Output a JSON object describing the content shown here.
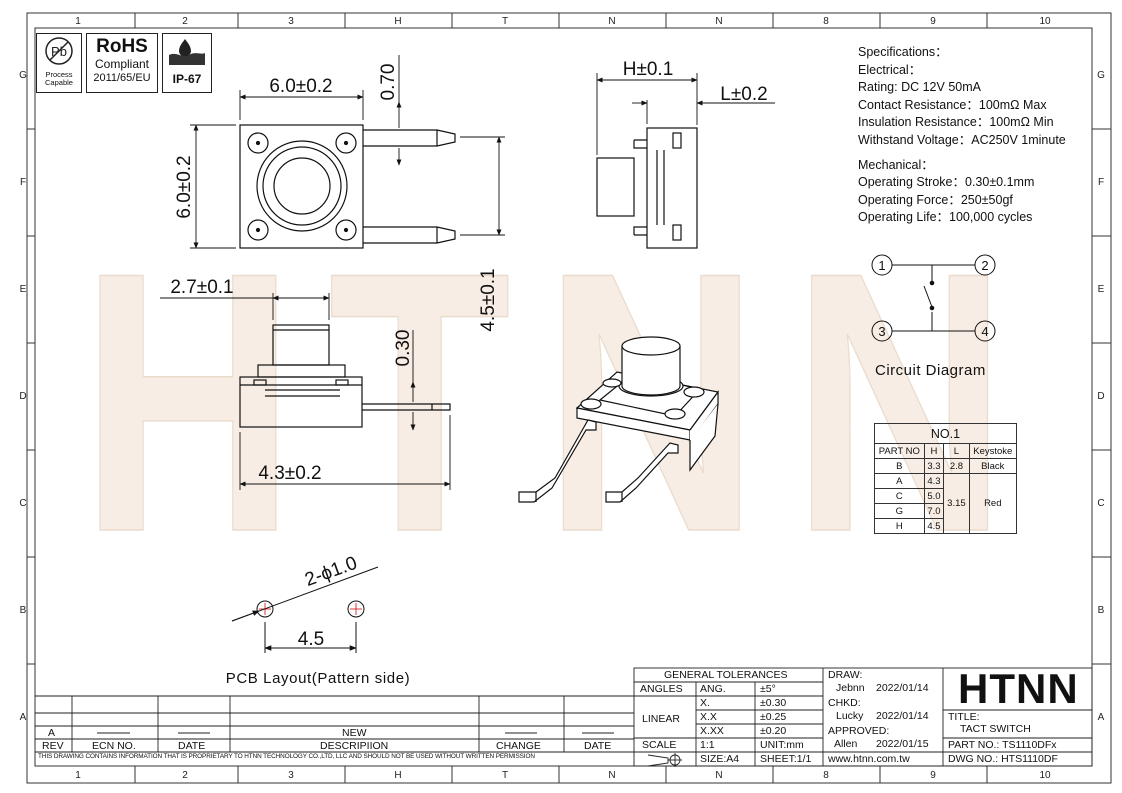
{
  "grid": {
    "top_labels": [
      "1",
      "2",
      "3",
      "H",
      "T",
      "N",
      "N",
      "8",
      "9",
      "10"
    ],
    "side_labels": [
      "G",
      "F",
      "E",
      "D",
      "C",
      "B",
      "A"
    ]
  },
  "certs": {
    "pb_process": "Process",
    "pb_capable": "Capable",
    "rohs_title": "RoHS",
    "rohs_compliant": "Compliant",
    "rohs_code": "2011/65/EU",
    "ip_rating": "IP-67"
  },
  "watermark": "HTNN",
  "dims": {
    "top_width": "6.0±0.2",
    "top_height": "6.0±0.2",
    "pin_width": "0.70",
    "total_length": "4.5±0.1",
    "side_H": "H±0.1",
    "side_L": "L±0.2",
    "actuator": "2.7±0.1",
    "pin_thickness": "0.30",
    "body_width": "4.3±0.2",
    "holes": "2-ϕ1.0",
    "hole_pitch": "4.5"
  },
  "pcb_label": "PCB Layout(Pattern side)",
  "circuit": {
    "label": "Circuit Diagram",
    "pins": [
      "1",
      "2",
      "3",
      "4"
    ]
  },
  "specs": [
    "Specifications：",
    "Electrical：",
    "Rating: DC 12V 50mA",
    "Contact Resistance：100mΩ Max",
    "Insulation Resistance：100mΩ Min",
    "Withstand Voltage：AC250V 1minute",
    "Mechanical：",
    "Operating Stroke：0.30±0.1mm",
    "Operating Force：250±50gf",
    "Operating Life：100,000 cycles"
  ],
  "parts_table": {
    "title": "NO.1",
    "headers": [
      "PART NO",
      "H",
      "L",
      "Keystoke"
    ],
    "rows": [
      {
        "part": "B",
        "h": "3.3",
        "l": "2.8",
        "key": "Black"
      },
      {
        "part": "A",
        "h": "4.3"
      },
      {
        "part": "C",
        "h": "5.0"
      },
      {
        "part": "G",
        "h": "7.0"
      },
      {
        "part": "H",
        "h": "4.5"
      }
    ],
    "shared_l": "3.15",
    "shared_key": "Red"
  },
  "tolerances": {
    "title": "GENERAL TOLERANCES",
    "angles_label": "ANGLES",
    "ang": "ANG.",
    "ang_val": "±5°",
    "linear_label": "LINEAR",
    "x1": "X.",
    "x1_val": "±0.30",
    "x2": "X.X",
    "x2_val": "±0.25",
    "x3": "X.XX",
    "x3_val": "±0.20",
    "scale_label": "SCALE",
    "scale": "1:1",
    "unit": "UNIT:mm",
    "size": "SIZE:A4"
  },
  "signoff": {
    "draw_label": "DRAW:",
    "draw_name": "Jebnn",
    "draw_date": "2022/01/14",
    "chkd_label": "CHKD:",
    "chkd_name": "Lucky",
    "chkd_date": "2022/01/14",
    "appr_label": "APPROVED:",
    "appr_name": "Allen",
    "appr_date": "2022/01/15",
    "sheet": "SHEET:1/1",
    "website": "www.htnn.com.tw"
  },
  "title_block": {
    "logo": "HTNN",
    "title_label": "TITLE:",
    "title": "TACT SWITCH",
    "part_no": "PART NO.: TS1110DFx",
    "dwg_no": "DWG  NO.: HTS1110DF"
  },
  "revision": {
    "rev_a": "A",
    "new": "NEW",
    "headers": [
      "REV",
      "ECN NO.",
      "DATE",
      "DESCRIPIION",
      "CHANGE",
      "DATE"
    ],
    "notice": "THIS DRAWING CONTAINS INFORMATION THAT IS PROPRIETARY TO HTNN TECHNOLOGY CO.,LTD, LLC AND SHOULD  NOT BE USED WITHOUT WRITTEN PERMISSION"
  }
}
